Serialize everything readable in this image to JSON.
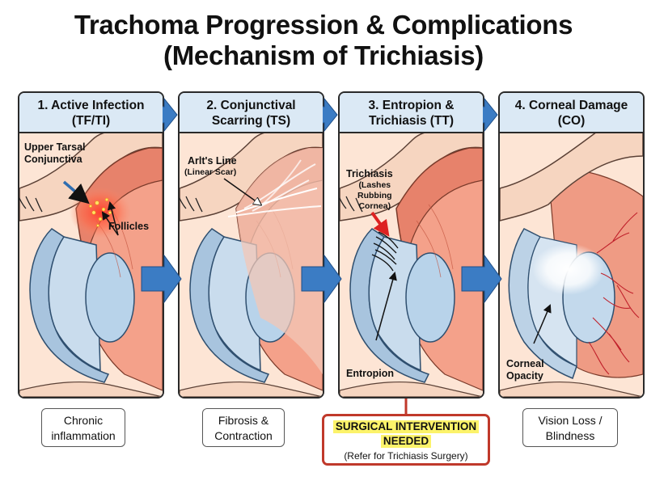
{
  "title": {
    "line1": "Trachoma Progression & Complications",
    "line2": "(Mechanism of Trichiasis)"
  },
  "stages": [
    {
      "heading_line1": "1. Active Infection",
      "heading_line2": "(TF/TI)",
      "caption_line1": "Chronic",
      "caption_line2": "inflammation"
    },
    {
      "heading_line1": "2. Conjunctival",
      "heading_line2": "Scarring (TS)",
      "caption_line1": "Fibrosis &",
      "caption_line2": "Contraction"
    },
    {
      "heading_line1": "3. Entropion &",
      "heading_line2": "Trichiasis (TT)",
      "caption_line1": "",
      "caption_line2": ""
    },
    {
      "heading_line1": "4. Corneal Damage",
      "heading_line2": "(CO)",
      "caption_line1": "Vision Loss /",
      "caption_line2": "Blindness"
    }
  ],
  "annotations": {
    "upper_tarsal_line1": "Upper Tarsal",
    "upper_tarsal_line2": "Conjunctiva",
    "follicles": "Follicles",
    "arlts_line": "Arlt's Line",
    "linear_scar": "(Linear Scar)",
    "trichiasis": "Trichiasis",
    "lashes_line1": "(Lashes",
    "lashes_line2": "Rubbing",
    "lashes_line3": "Cornea)",
    "entropion": "Entropion",
    "corneal_line1": "Corneal",
    "corneal_line2": "Opacity"
  },
  "surgery": {
    "line1": "SURGICAL INTERVENTION",
    "line2": "NEEDED",
    "note": "(Refer for Trichiasis Surgery)"
  },
  "colors": {
    "panel_header": "#dbe9f5",
    "arrow": "#3b7cc4",
    "surgery_border": "#c0392b",
    "surgery_highlight": "#fcf36a"
  }
}
